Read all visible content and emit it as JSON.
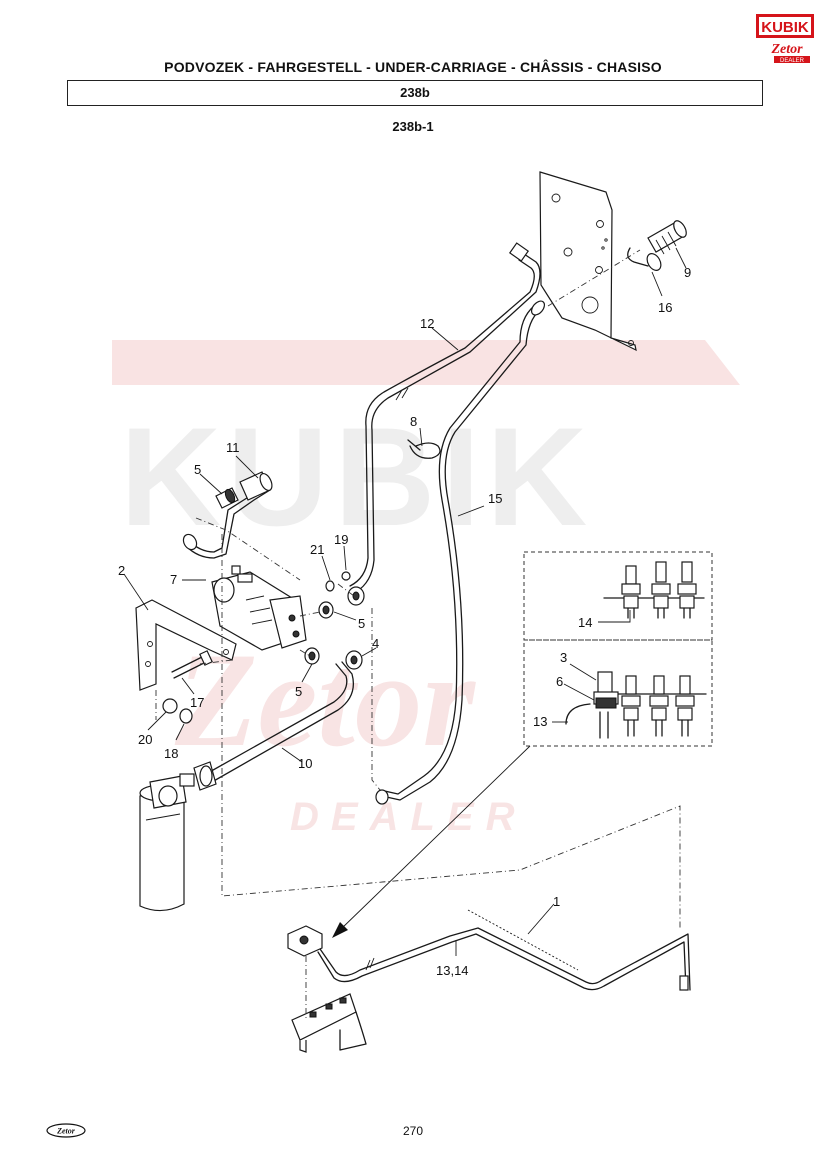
{
  "header": {
    "title": "PODVOZEK - FAHRGESTELL - UNDER-CARRIAGE - CHÂSSIS - CHASISO",
    "section_code": "238b",
    "figure_code": "238b-1"
  },
  "brand": {
    "logo_text": "KUBIK",
    "sub_logo_text": "Zetor",
    "dealer_text": "DEALER",
    "watermark_text": "KUBIK",
    "watermark_sub": "Zetor",
    "watermark_dealer": "DEALER"
  },
  "footer": {
    "logo_text": "Zetor",
    "page_number": "270"
  },
  "callouts": {
    "c1": "1",
    "c2": "2",
    "c3": "3",
    "c4": "4",
    "c5a": "5",
    "c5b": "5",
    "c5c": "5",
    "c6": "6",
    "c7": "7",
    "c8": "8",
    "c9": "9",
    "c10": "10",
    "c11": "11",
    "c12": "12",
    "c13": "13",
    "c13_14": "13,14",
    "c14": "14",
    "c15": "15",
    "c16": "16",
    "c17": "17",
    "c18": "18",
    "c19": "19",
    "c20": "20",
    "c21": "21"
  },
  "colors": {
    "watermark_red": "#f7dede",
    "watermark_gray": "#ececec",
    "logo_red": "#d5141a",
    "ink": "#1a1a1a"
  }
}
